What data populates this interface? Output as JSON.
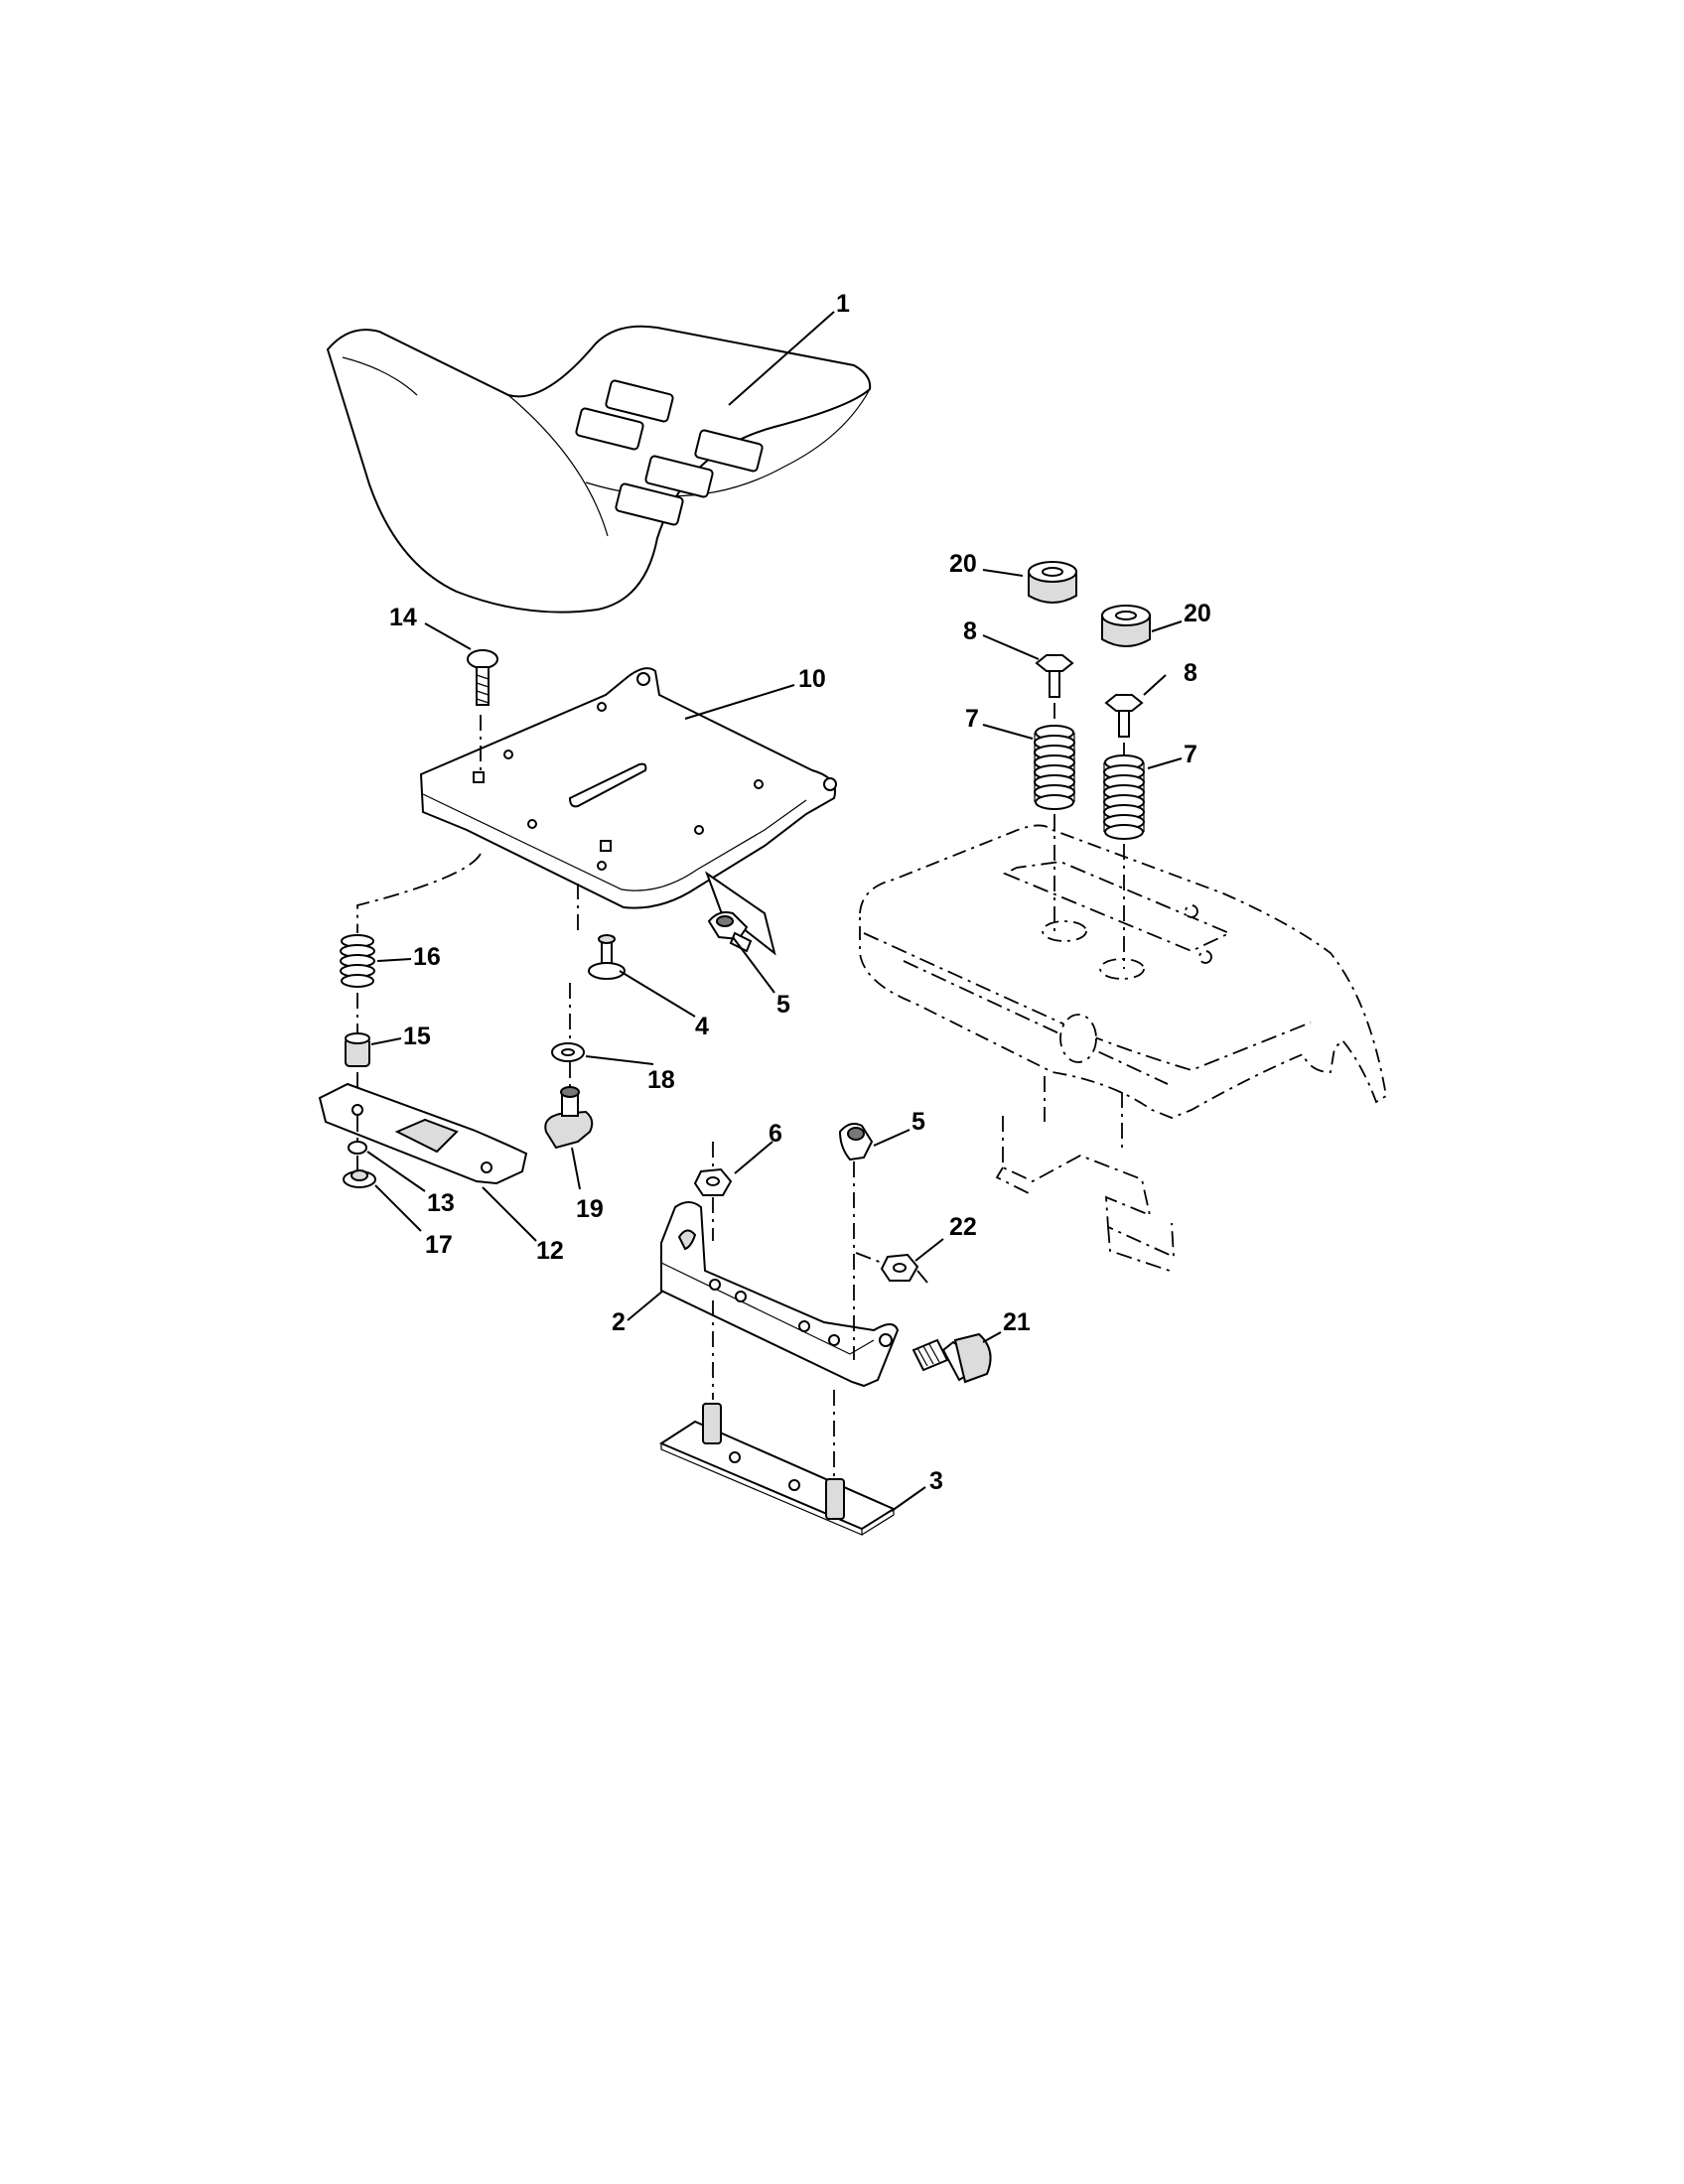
{
  "diagram": {
    "callouts": [
      {
        "id": "c1",
        "text": "1"
      },
      {
        "id": "c2",
        "text": "2"
      },
      {
        "id": "c3",
        "text": "3"
      },
      {
        "id": "c4",
        "text": "4"
      },
      {
        "id": "c5a",
        "text": "5"
      },
      {
        "id": "c5b",
        "text": "5"
      },
      {
        "id": "c6",
        "text": "6"
      },
      {
        "id": "c7a",
        "text": "7"
      },
      {
        "id": "c7b",
        "text": "7"
      },
      {
        "id": "c8a",
        "text": "8"
      },
      {
        "id": "c8b",
        "text": "8"
      },
      {
        "id": "c10",
        "text": "10"
      },
      {
        "id": "c12",
        "text": "12"
      },
      {
        "id": "c13",
        "text": "13"
      },
      {
        "id": "c14",
        "text": "14"
      },
      {
        "id": "c15",
        "text": "15"
      },
      {
        "id": "c16",
        "text": "16"
      },
      {
        "id": "c17",
        "text": "17"
      },
      {
        "id": "c18",
        "text": "18"
      },
      {
        "id": "c19",
        "text": "19"
      },
      {
        "id": "c20a",
        "text": "20"
      },
      {
        "id": "c20b",
        "text": "20"
      },
      {
        "id": "c21",
        "text": "21"
      },
      {
        "id": "c22",
        "text": "22"
      }
    ]
  }
}
